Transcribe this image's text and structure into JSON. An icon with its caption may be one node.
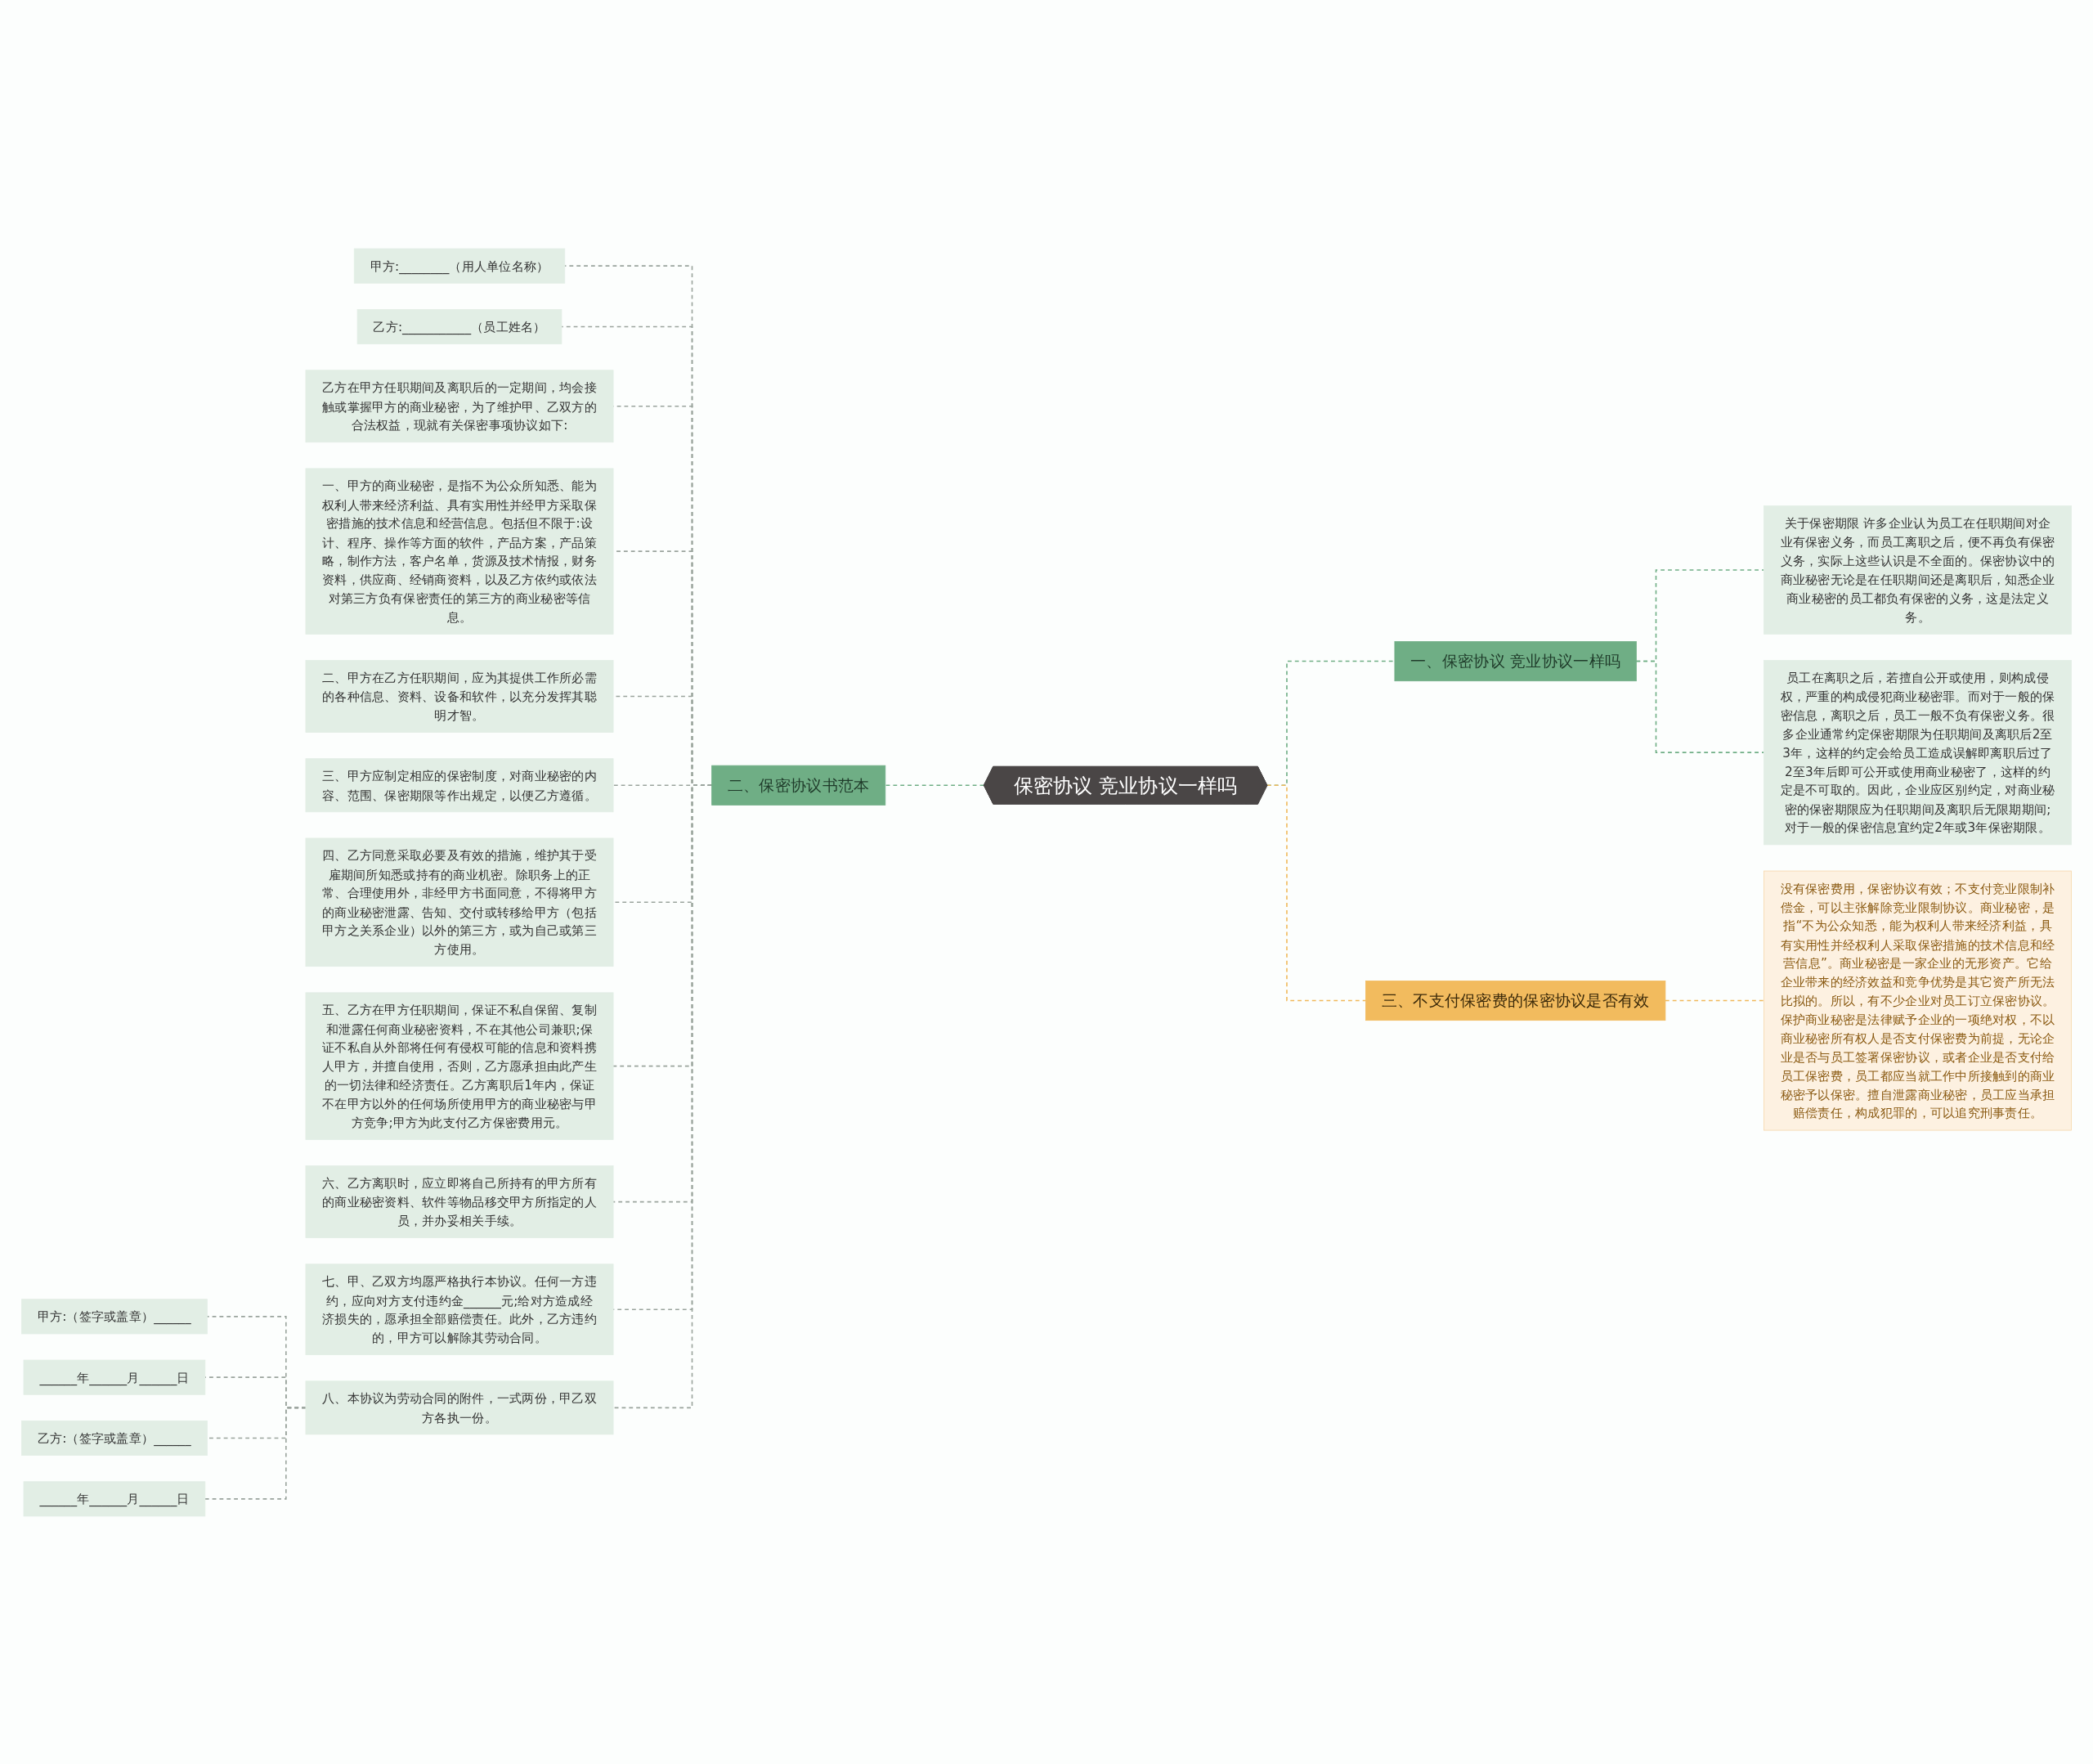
{
  "diagram": {
    "nodes": [
      {
        "text": [
          "保密协议 竞业协议一样吗"
        ]
      },
      {
        "text": [
          "一、保密协议 竞业协议一样吗"
        ]
      },
      {
        "text": [
          "关于保密期限 许多企业认为员工在任职期间对企业有保密义务，而员工离职之后，便不再负有保密义务，实际上这些认识是不全面的。保密协议中的商业秘密无论是在任职期间还是离职后，知悉企业商业秘密的员工都负有保密的义务，这是法定义务。"
        ]
      },
      {
        "text": [
          "员工在离职之后，若擅自公开或使用，则构成侵权，严重的构成侵犯商业秘密罪。而对于一般的保密信息，离职之后，员工一般不负有保密义务。很多企业通常约定保密期限为任职期间及离职后2至3年，这样的约定会给员工造成误解即离职后过了2至3年后即可公开或使用商业秘密了，这样的约定是不可取的。因此，企业应区别约定，对商业秘密的保密期限应为任职期间及离职后无限期期间;对于一般的保密信息宜约定2年或3年保密期限。"
        ]
      },
      {
        "text": [
          "二、保密协议书范本"
        ]
      },
      {
        "text": [
          "甲方:________（用人单位名称）"
        ]
      },
      {
        "text": [
          "乙方:___________（员工姓名）"
        ]
      },
      {
        "text": [
          "乙方在甲方任职期间及离职后的一定期间，均会接触或掌握甲方的商业秘密，为了维护甲、乙双方的合法权益，现就有关保密事项协议如下:"
        ]
      },
      {
        "text": [
          "一、甲方的商业秘密，是指不为公众所知悉、能为权利人带来经济利益、具有实用性并经甲方采取保密措施的技术信息和经营信息。包括但不限于:设计、程序、操作等方面的软件，产品方案，产品策略，制作方法，客户名单，货源及技术情报，财务资料，供应商、经销商资料，以及乙方依约或依法对第三方负有保密责任的第三方的商业秘密等信息。"
        ]
      },
      {
        "text": [
          "二、甲方在乙方任职期间，应为其提供工作所必需的各种信息、资料、设备和软件，以充分发挥其聪明才智。"
        ]
      },
      {
        "text": [
          "三、甲方应制定相应的保密制度，对商业秘密的内容、范围、保密期限等作出规定，以便乙方遵循。"
        ]
      },
      {
        "text": [
          "四、乙方同意采取必要及有效的措施，维护其于受雇期间所知悉或持有的商业机密。除职务上的正常、合理使用外，非经甲方书面同意，不得将甲方的商业秘密泄露、告知、交付或转移给甲方（包括甲方之关系企业）以外的第三方，或为自己或第三方使用。"
        ]
      },
      {
        "text": [
          "五、乙方在甲方任职期间，保证不私自保留、复制和泄露任何商业秘密资料，不在其他公司兼职;保证不私自从外部将任何有侵权可能的信息和资料携人甲方，并擅自使用，否则，乙方愿承担由此产生的一切法律和经济责任。乙方离职后1年内，保证不在甲方以外的任何场所使用甲方的商业秘密与甲方竞争;甲方为此支付乙方保密费用元。"
        ]
      },
      {
        "text": [
          "六、乙方离职时，应立即将自己所持有的甲方所有的商业秘密资料、软件等物品移交甲方所指定的人员，并办妥相关手续。"
        ]
      },
      {
        "text": [
          "七、甲、乙双方均愿严格执行本协议。任何一方违约，应向对方支付违约金______元;给对方造成经济损失的，愿承担全部赔偿责任。此外，乙方违约的，甲方可以解除其劳动合同。"
        ]
      },
      {
        "text": [
          "八、本协议为劳动合同的附件，一式两份，甲乙双方各执一份。"
        ]
      },
      {
        "text": [
          "甲方:（签字或盖章）______"
        ]
      },
      {
        "text": [
          "______年______月______日"
        ]
      },
      {
        "text": [
          "乙方:（签字或盖章）______"
        ]
      },
      {
        "text": [
          "______年______月______日"
        ]
      },
      {
        "text": [
          "三、不支付保密费的保密协议是否有效"
        ]
      },
      {
        "text": [
          "没有保密费用，保密协议有效；不支付竞业限制补偿金，可以主张解除竞业限制协议。商业秘密，是指“不为公众知悉，能为权利人带来经济利益，具有实用性并经权利人采取保密措施的技术信息和经营信息”。商业秘密是一家企业的无形资产。它给企业带来的经济效益和竞争优势是其它资产所无法比拟的。所以，有不少企业对员工订立保密协议。保护商业秘密是法律赋予企业的一项绝对权，不以商业秘密所有权人是否支付保密费为前提，无论企业是否与员工签署保密协议，或者企业是否支付给员工保密费，员工都应当就工作中所接触到的商业秘密予以保密。擅自泄露商业秘密，员工应当承担赔偿责任，构成犯罪的，可以追究刑事责任。"
        ]
      }
    ],
    "edges": [
      {
        "from": 0,
        "to": 1,
        "arrow": "none",
        "style": "dashed",
        "color": "#6fae85"
      },
      {
        "from": 1,
        "to": 2,
        "arrow": "none",
        "style": "dashed",
        "color": "#6fae85"
      },
      {
        "from": 1,
        "to": 3,
        "arrow": "none",
        "style": "dashed",
        "color": "#6fae85"
      },
      {
        "from": 0,
        "to": 4,
        "arrow": "none",
        "style": "dashed",
        "color": "#6fae85"
      },
      {
        "from": 4,
        "to": 5,
        "arrow": "none",
        "style": "dashed"
      },
      {
        "from": 4,
        "to": 6,
        "arrow": "none",
        "style": "dashed"
      },
      {
        "from": 4,
        "to": 7,
        "arrow": "none",
        "style": "dashed"
      },
      {
        "from": 4,
        "to": 8,
        "arrow": "none",
        "style": "dashed"
      },
      {
        "from": 4,
        "to": 9,
        "arrow": "none",
        "style": "dashed"
      },
      {
        "from": 4,
        "to": 10,
        "arrow": "none",
        "style": "dashed"
      },
      {
        "from": 4,
        "to": 11,
        "arrow": "none",
        "style": "dashed"
      },
      {
        "from": 4,
        "to": 12,
        "arrow": "none",
        "style": "dashed"
      },
      {
        "from": 4,
        "to": 13,
        "arrow": "none",
        "style": "dashed"
      },
      {
        "from": 4,
        "to": 14,
        "arrow": "none",
        "style": "dashed"
      },
      {
        "from": 4,
        "to": 15,
        "arrow": "none",
        "style": "dashed"
      },
      {
        "from": 15,
        "to": 16,
        "arrow": "none",
        "style": "dashed"
      },
      {
        "from": 15,
        "to": 17,
        "arrow": "none",
        "style": "dashed"
      },
      {
        "from": 15,
        "to": 18,
        "arrow": "none",
        "style": "dashed"
      },
      {
        "from": 15,
        "to": 19,
        "arrow": "none",
        "style": "dashed"
      },
      {
        "from": 0,
        "to": 20,
        "arrow": "none",
        "style": "dashed",
        "color": "#f0b95b"
      },
      {
        "from": 20,
        "to": 21,
        "arrow": "none",
        "style": "dashed",
        "color": "#f0b95b"
      }
    ]
  }
}
